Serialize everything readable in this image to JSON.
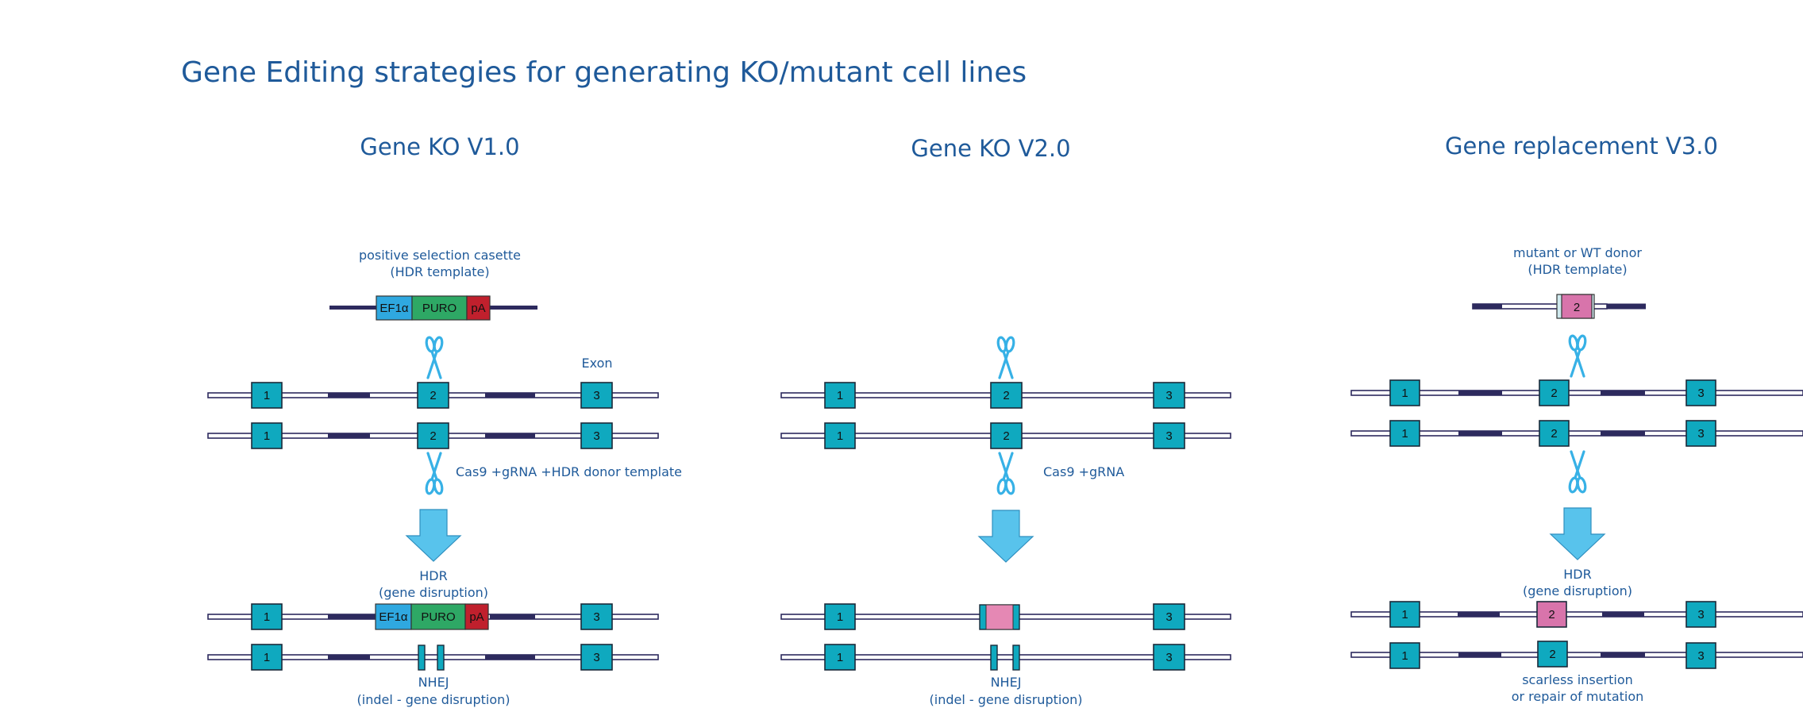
{
  "title": "Gene Editing strategies for generating KO/mutant cell lines",
  "colors": {
    "text": "#1f5a9a",
    "exon": "#0fa9bf",
    "exon_border": "#1a2a3a",
    "dna_outline": "#2d2a5e",
    "homology_arm": "#2d2a5e",
    "scissors": "#37b1e6",
    "arrow": "#58c3ec",
    "arrow_border": "#2f8fbf",
    "ef1a": "#2fa8e0",
    "puro": "#2ea865",
    "pA": "#c0202d",
    "mutant": "#e588b4",
    "mutant_v3": "#d874ab",
    "donor_flank": "#cfe9ee"
  },
  "panels": [
    {
      "id": "v1",
      "heading": "Gene KO V1.0",
      "template_label_line1": "positive selection casette",
      "template_label_line2": "(HDR template)",
      "cassette": [
        "EF1α",
        "PURO",
        "pA"
      ],
      "exon_label": "Exon",
      "exons": [
        "1",
        "2",
        "3"
      ],
      "reagents": "Cas9 +gRNA +HDR donor template",
      "outcome_top_line1": "HDR",
      "outcome_top_line2": "(gene disruption)",
      "outcome_bottom_line1": "NHEJ",
      "outcome_bottom_line2": "(indel - gene disruption)"
    },
    {
      "id": "v2",
      "heading": "Gene KO V2.0",
      "exons": [
        "1",
        "2",
        "3"
      ],
      "reagents": "Cas9 +gRNA",
      "outcome_bottom_line1": "NHEJ",
      "outcome_bottom_line2": "(indel - gene disruption)"
    },
    {
      "id": "v3",
      "heading": "Gene replacement V3.0",
      "template_label_line1": "mutant or WT donor",
      "template_label_line2": "(HDR template)",
      "donor_exon": "2",
      "exons": [
        "1",
        "2",
        "3"
      ],
      "outcome_top_line1": "HDR",
      "outcome_top_line2": "(gene disruption)",
      "outcome_bottom_line1": "scarless insertion",
      "outcome_bottom_line2": "or repair of mutation"
    }
  ]
}
